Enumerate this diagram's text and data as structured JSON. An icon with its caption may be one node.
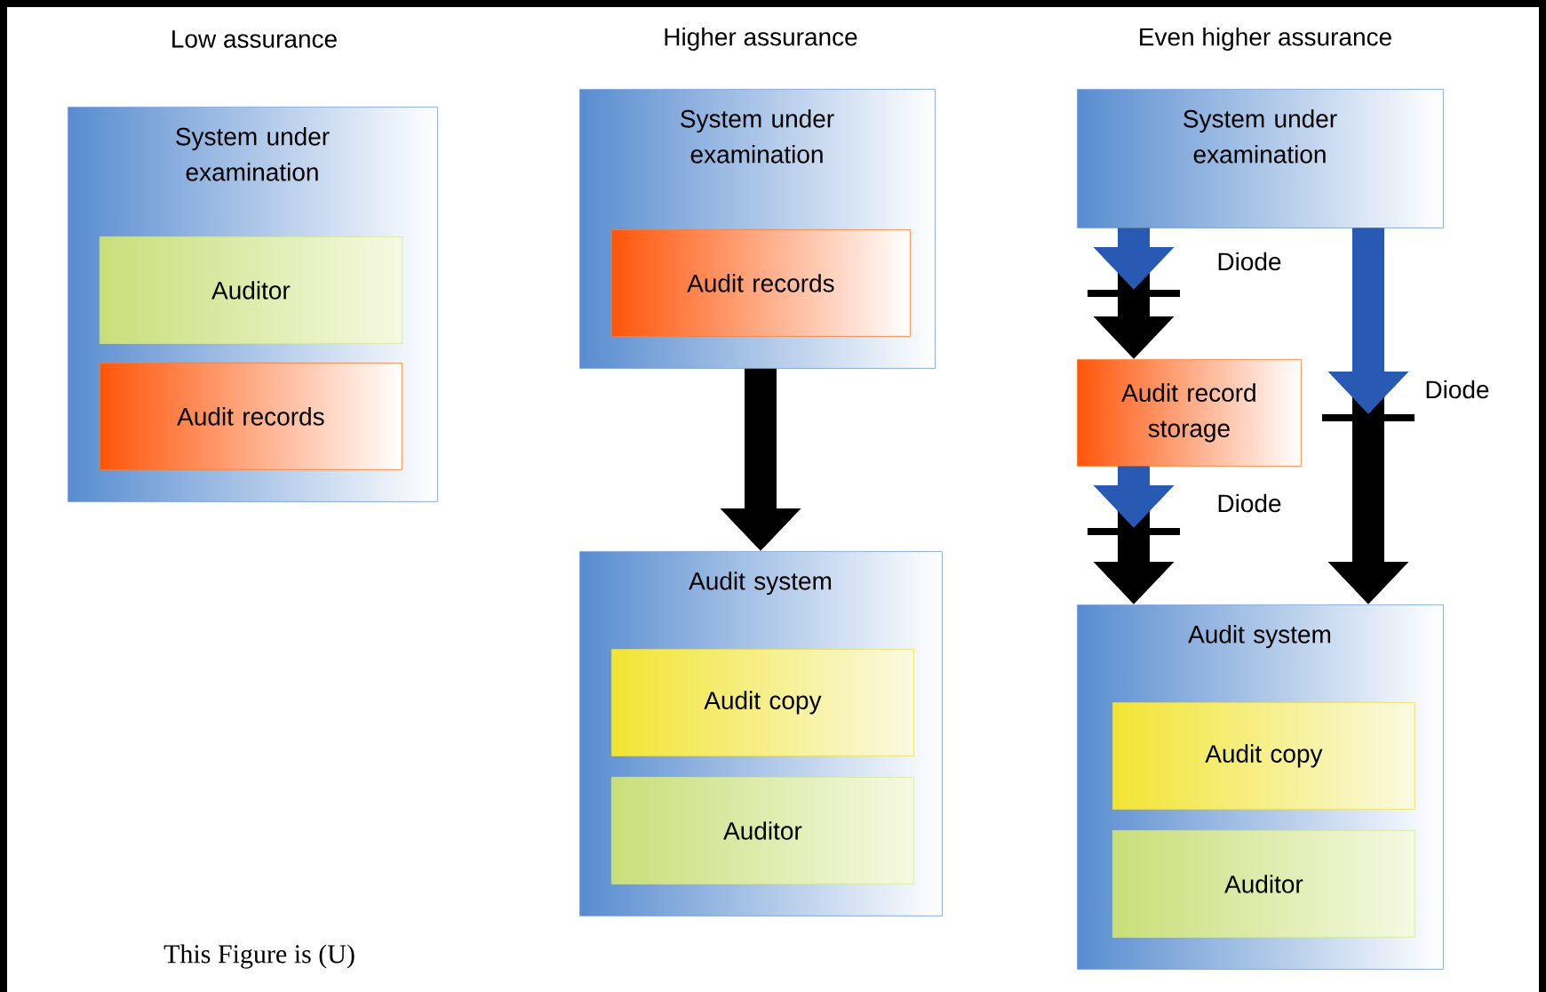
{
  "diagram": {
    "nodes": [
      {
        "text": [
          "System under examination"
        ]
      },
      {
        "text": [
          "Auditor"
        ],
        "in": 0
      },
      {
        "text": [
          "Audit records"
        ],
        "in": 0
      },
      {
        "text": [
          "System under examination"
        ]
      },
      {
        "text": [
          "Audit records"
        ],
        "in": 3
      },
      {
        "text": [
          "Audit system"
        ]
      },
      {
        "text": [
          "Audit copy"
        ],
        "in": 5
      },
      {
        "text": [
          "Auditor"
        ],
        "in": 5
      },
      {
        "text": [
          "System under examination"
        ]
      },
      {
        "text": [
          "Audit record storage"
        ]
      },
      {
        "text": [
          "Audit system"
        ]
      },
      {
        "text": [
          "Audit copy"
        ],
        "in": 10
      },
      {
        "text": [
          "Auditor"
        ],
        "in": 10
      }
    ],
    "edges": [
      {
        "from": 3,
        "to": 5,
        "arrow": "to"
      },
      {
        "from": 8,
        "to": 9,
        "arrow": "to",
        "label": "Diode"
      },
      {
        "from": 9,
        "to": 10,
        "arrow": "to",
        "label": "Diode"
      },
      {
        "from": 8,
        "to": 10,
        "arrow": "to",
        "label": "Diode"
      }
    ],
    "labels": [
      "Low assurance",
      "Higher assurance",
      "Even higher assurance",
      "This Figure is (U)"
    ]
  }
}
